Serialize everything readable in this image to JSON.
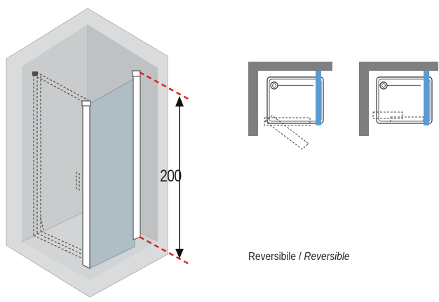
{
  "dimension": {
    "height_value": "200"
  },
  "caption": {
    "it": "Reversibile",
    "separator": " / ",
    "en": "Reversible"
  },
  "colors": {
    "wall_outer": "#d9dbdc",
    "wall_inner": "#c4c6c7",
    "wall_edge": "#a9abad",
    "glass": "#aebec4",
    "profile": "#ffffff",
    "dash_red": "#d6242a",
    "plan_wall": "#7d7f81",
    "plan_glass": "#5b9bd5",
    "dashed_ghost": "#5a5a5a"
  },
  "icons": {
    "dimension_arrow": "double-arrow-vertical",
    "shower_head": "shower-head-icon"
  }
}
